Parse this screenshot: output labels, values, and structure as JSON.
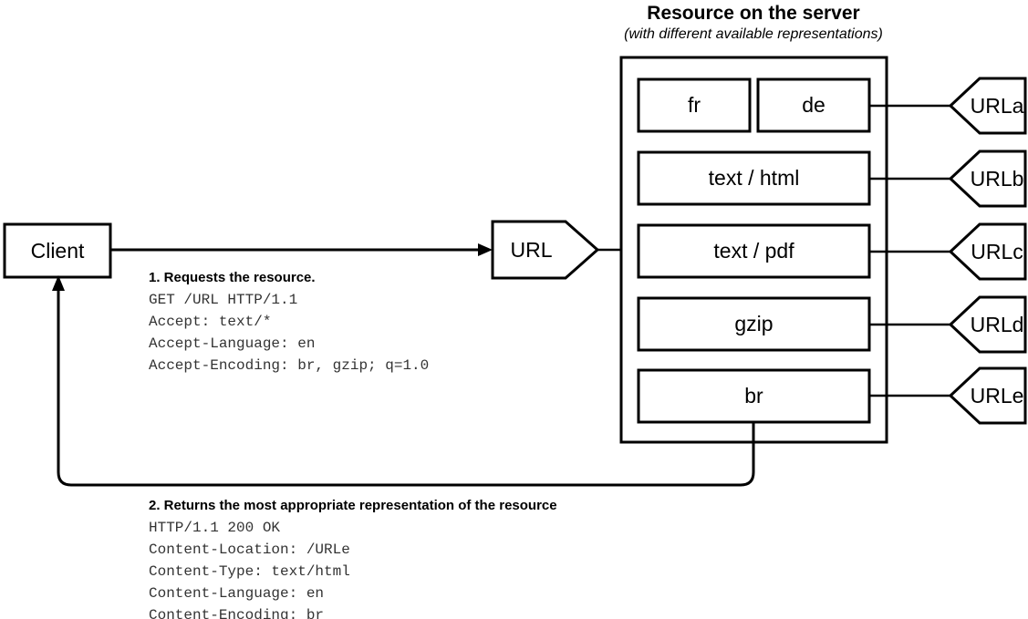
{
  "diagram": {
    "server_title": "Resource on the server",
    "server_subtitle": "(with different available representations)",
    "client_label": "Client",
    "url_node_label": "URL",
    "representations": [
      {
        "label": "fr"
      },
      {
        "label": "de"
      },
      {
        "label": "text / html"
      },
      {
        "label": "text / pdf"
      },
      {
        "label": "gzip"
      },
      {
        "label": "br"
      }
    ],
    "url_tags": [
      {
        "label": "URLa"
      },
      {
        "label": "URLb"
      },
      {
        "label": "URLc"
      },
      {
        "label": "URLd"
      },
      {
        "label": "URLe"
      }
    ],
    "request_note": {
      "heading": "1. Requests the resource.",
      "lines": "GET /URL HTTP/1.1\nAccept: text/*\nAccept-Language: en\nAccept-Encoding: br, gzip; q=1.0"
    },
    "response_note": {
      "heading": "2. Returns the most appropriate representation of the resource",
      "lines": "HTTP/1.1 200 OK\nContent-Location: /URLe\nContent-Type: text/html\nContent-Language: en\nContent-Encoding: br"
    },
    "colors": {
      "stroke": "#000000",
      "fill": "#ffffff",
      "mono_text": "#333333",
      "text": "#000000"
    }
  }
}
